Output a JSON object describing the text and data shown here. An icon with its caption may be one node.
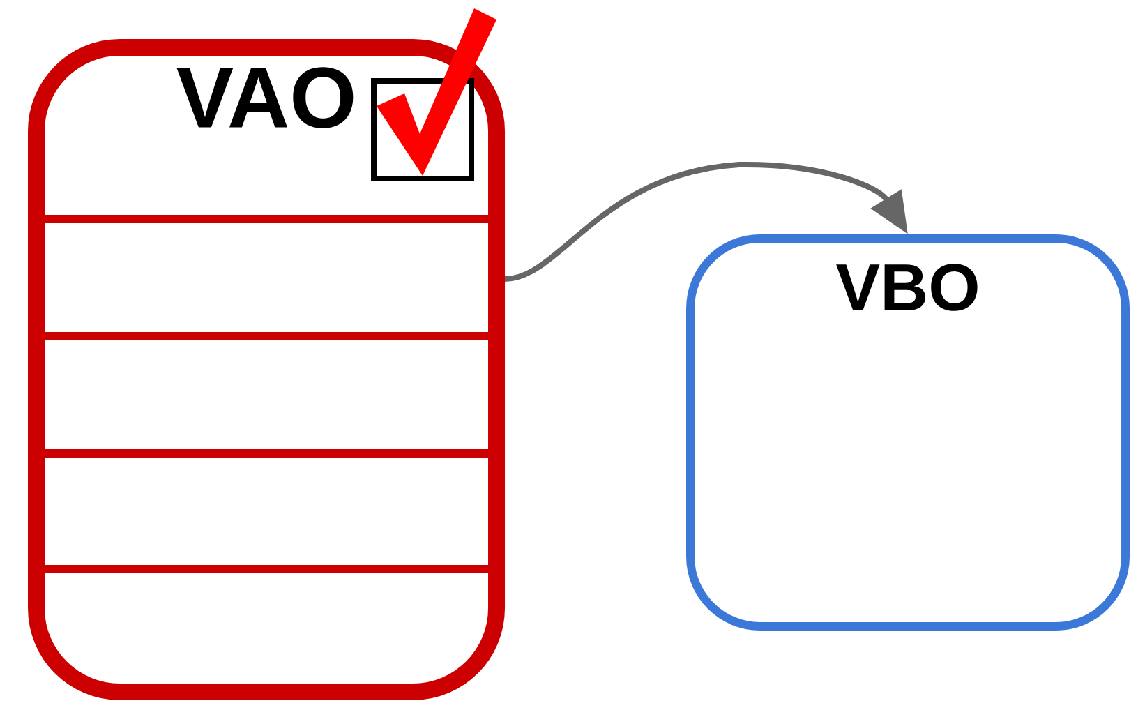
{
  "diagram": {
    "nodes": [
      {
        "text": [
          "VAO"
        ]
      },
      {
        "text": [
          "VBO"
        ]
      }
    ],
    "edges": [
      {
        "from": 0,
        "to": 1,
        "arrow": "to"
      }
    ]
  }
}
